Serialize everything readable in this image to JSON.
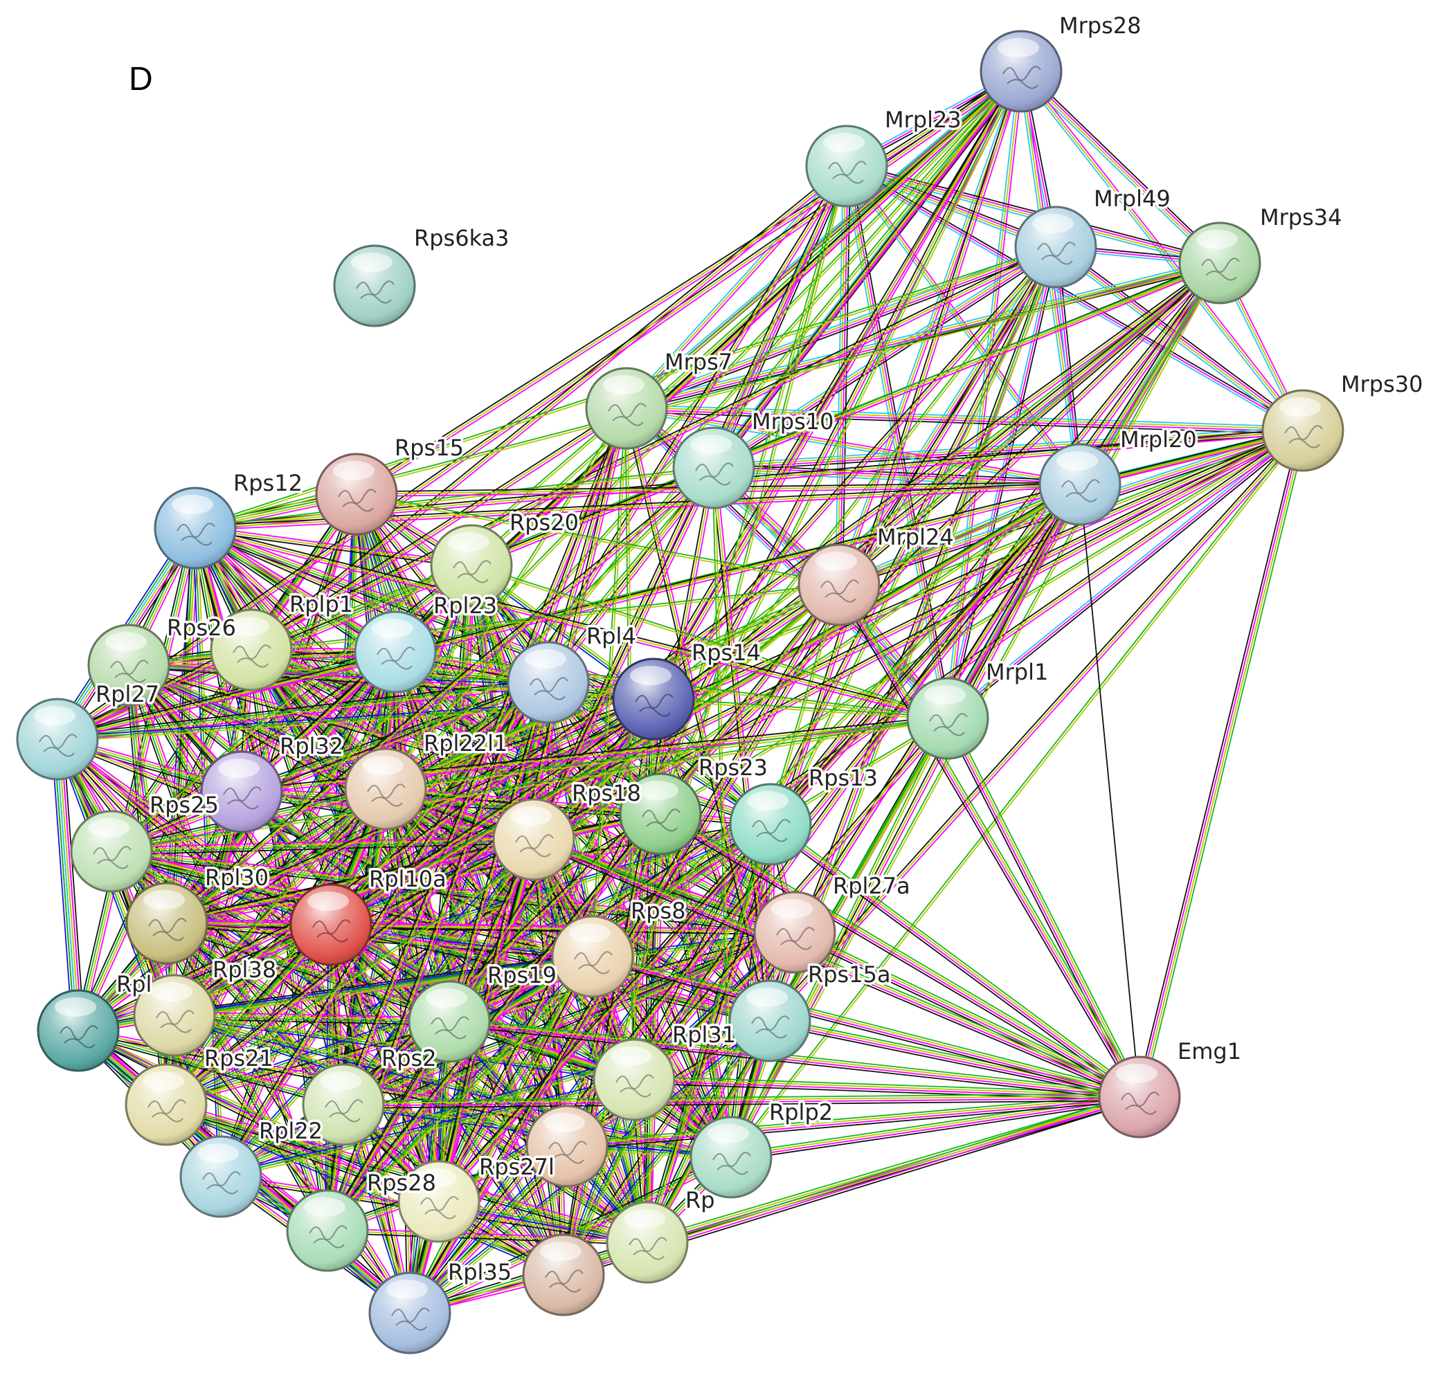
{
  "panel_label": "D",
  "network": {
    "edge_colors": [
      "#111111",
      "#ff00ff",
      "#b5c800",
      "#2fc4ec",
      "#19b519",
      "#1515d8"
    ],
    "nodes": [
      {
        "id": "Mrps28",
        "label": "Mrps28",
        "color": "#9aa8d2"
      },
      {
        "id": "Mrpl23",
        "label": "Mrpl23",
        "color": "#a9dccc"
      },
      {
        "id": "Mrpl49",
        "label": "Mrpl49",
        "color": "#a9cedf"
      },
      {
        "id": "Mrps34",
        "label": "Mrps34",
        "color": "#a9d6a4"
      },
      {
        "id": "Mrps30",
        "label": "Mrps30",
        "color": "#d6cf9a"
      },
      {
        "id": "Rps6ka3",
        "label": "Rps6ka3",
        "color": "#9fd0c7"
      },
      {
        "id": "Mrps7",
        "label": "Mrps7",
        "color": "#b5daa9"
      },
      {
        "id": "Mrps10",
        "label": "Mrps10",
        "color": "#a9dccc"
      },
      {
        "id": "Mrpl20",
        "label": "Mrpl20",
        "color": "#a9cedf"
      },
      {
        "id": "Rps15",
        "label": "Rps15",
        "color": "#dba7a1"
      },
      {
        "id": "Rps12",
        "label": "Rps12",
        "color": "#8ebfe0"
      },
      {
        "id": "Rps20",
        "label": "Rps20",
        "color": "#cfe3a6"
      },
      {
        "id": "Mrpl24",
        "label": "Mrpl24",
        "color": "#e2b9ad"
      },
      {
        "id": "Rplp1",
        "label": "Rplp1",
        "color": "#d3e3a4"
      },
      {
        "id": "Rpl23",
        "label": "Rpl23",
        "color": "#a9dde5"
      },
      {
        "id": "Rps26",
        "label": "Rps26",
        "color": "#b5daa9"
      },
      {
        "id": "Rpl4",
        "label": "Rpl4",
        "color": "#aec8e2"
      },
      {
        "id": "Rps14",
        "label": "Rps14",
        "color": "#5b63b4"
      },
      {
        "id": "Mrpl1",
        "label": "Mrpl1",
        "color": "#a3dab0"
      },
      {
        "id": "Rpl27",
        "label": "Rpl27",
        "color": "#a2d6d9"
      },
      {
        "id": "Rpl32",
        "label": "Rpl32",
        "color": "#b5a2de"
      },
      {
        "id": "Rpl22l1",
        "label": "Rpl22l1",
        "color": "#e5c9ad"
      },
      {
        "id": "Rps23",
        "label": "Rps23",
        "color": "#8fcf8c"
      },
      {
        "id": "Rps13",
        "label": "Rps13",
        "color": "#8fdcc6"
      },
      {
        "id": "Rps25",
        "label": "Rps25",
        "color": "#bfe0b3"
      },
      {
        "id": "Rps18",
        "label": "Rps18",
        "color": "#e9d9ae"
      },
      {
        "id": "Rpl30",
        "label": "Rpl30",
        "color": "#c8bf80"
      },
      {
        "id": "Rpl10a",
        "label": "Rpl10a",
        "color": "#e0524b"
      },
      {
        "id": "Rpl27a",
        "label": "Rpl27a",
        "color": "#e3b9ad"
      },
      {
        "id": "Rps8",
        "label": "Rps8",
        "color": "#ead2ae"
      },
      {
        "id": "Rpl38",
        "label": "Rpl38",
        "color": "#ded9a6"
      },
      {
        "id": "Rpl",
        "label": "Rpl",
        "color": "#5aa9a4"
      },
      {
        "id": "Rps19",
        "label": "Rps19",
        "color": "#aedcaa"
      },
      {
        "id": "Rps15a",
        "label": "Rps15a",
        "color": "#9fd7cf"
      },
      {
        "id": "Rps21",
        "label": "Rps21",
        "color": "#e2dca8"
      },
      {
        "id": "Rps2",
        "label": "Rps2",
        "color": "#cfe3b0"
      },
      {
        "id": "Rpl31",
        "label": "Rpl31",
        "color": "#d6e5b2"
      },
      {
        "id": "Emg1",
        "label": "Emg1",
        "color": "#dca5ad"
      },
      {
        "id": "Rplp2",
        "label": "Rplp2",
        "color": "#a9dcc6"
      },
      {
        "id": "Rpl22",
        "label": "Rpl22",
        "color": "#a9d6e0"
      },
      {
        "id": "Rps27l",
        "label": "Rps27l",
        "color": "#e5c3a9"
      },
      {
        "id": "Rps28",
        "label": "Rps28",
        "color": "#ebe9bd"
      },
      {
        "id": "Rps28b",
        "label": "",
        "color": "#a9dcb6"
      },
      {
        "id": "Rpl35",
        "label": "Rpl35",
        "color": "#d9b9a6"
      },
      {
        "id": "Rp",
        "label": "Rp",
        "color": "#d6e5b0"
      },
      {
        "id": "Rpl35b",
        "label": "",
        "color": "#a6bfe0"
      }
    ]
  }
}
